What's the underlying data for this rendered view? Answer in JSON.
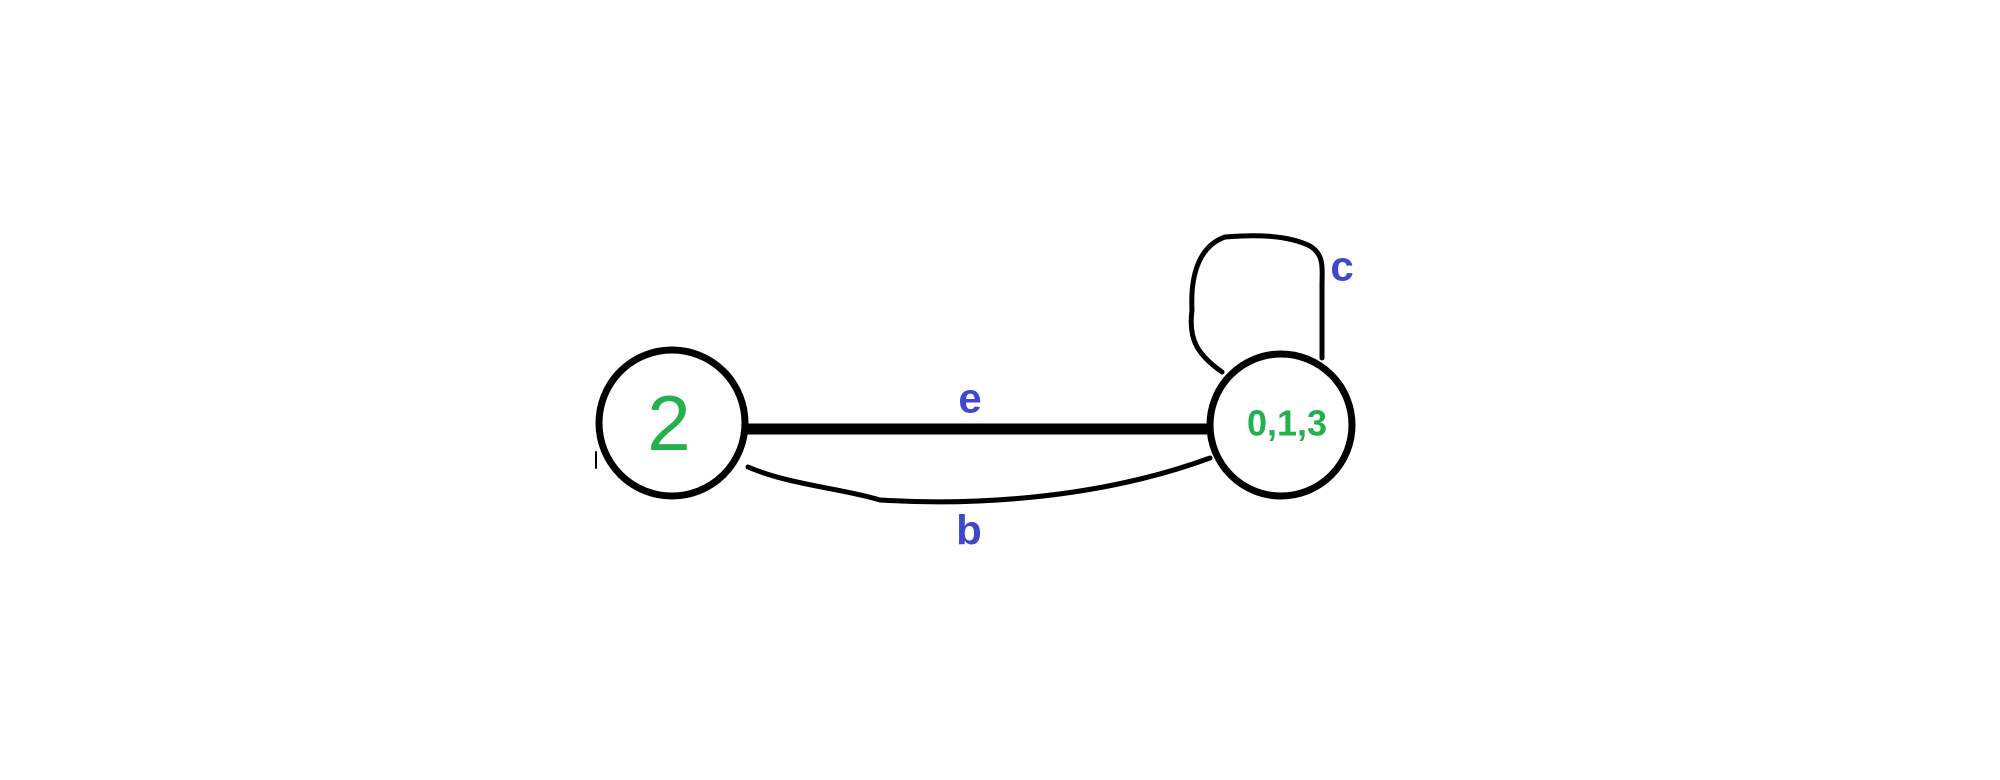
{
  "colors": {
    "node_label": "#22b14c",
    "edge_label": "#3f48cc",
    "line": "#000000"
  },
  "nodes": [
    {
      "id": "2",
      "label": "2"
    },
    {
      "id": "013",
      "label": "0,1,3"
    }
  ],
  "edges": [
    {
      "from": "2",
      "to": "013",
      "label": "e"
    },
    {
      "from": "2",
      "to": "013",
      "label": "b"
    },
    {
      "from": "013",
      "to": "013",
      "label": "c"
    }
  ]
}
